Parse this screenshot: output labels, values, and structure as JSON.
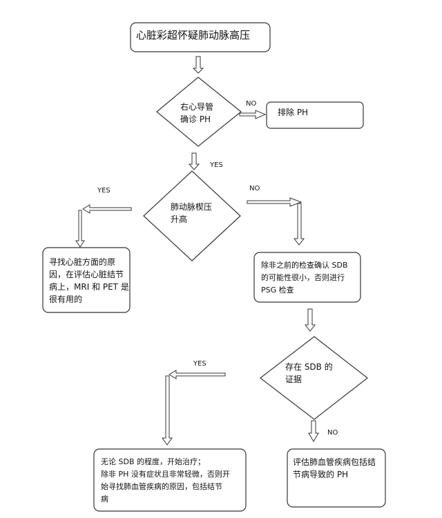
{
  "nodes": {
    "start": {
      "text": "心脏彩超怀疑肺动脉高压"
    },
    "d1": {
      "text": "右心导管\n确诊 PH"
    },
    "exclude": {
      "text": "排除 PH"
    },
    "d2": {
      "text": "肺动脉楔压\n升高"
    },
    "heart": {
      "text": "寻找心脏方面的原\n因，在评估心脏结节\n病上，MRI 和 PET 是\n很有用的"
    },
    "psg": {
      "text": "除非之前的检查确认 SDB\n的可能性很小，否则进行\nPSG 检查"
    },
    "d3": {
      "text": "存在 SDB 的\n证据"
    },
    "treat": {
      "text": "无论 SDB 的程度，开始治疗；\n除非 PH 没有症状且非常轻微，否则开\n始寻找肺血管疾病的原因，包括结节\n病"
    },
    "pulm": {
      "text": "评估肺血管疾病包括结\n节病导致的 PH"
    }
  },
  "labels": {
    "d1_no": "NO",
    "d1_yes": "YES",
    "d2_yes": "YES",
    "d2_no": "NO",
    "d3_yes": "YES",
    "d3_no": "NO"
  },
  "style": {
    "stroke": "#333333",
    "fill": "#ffffff"
  }
}
